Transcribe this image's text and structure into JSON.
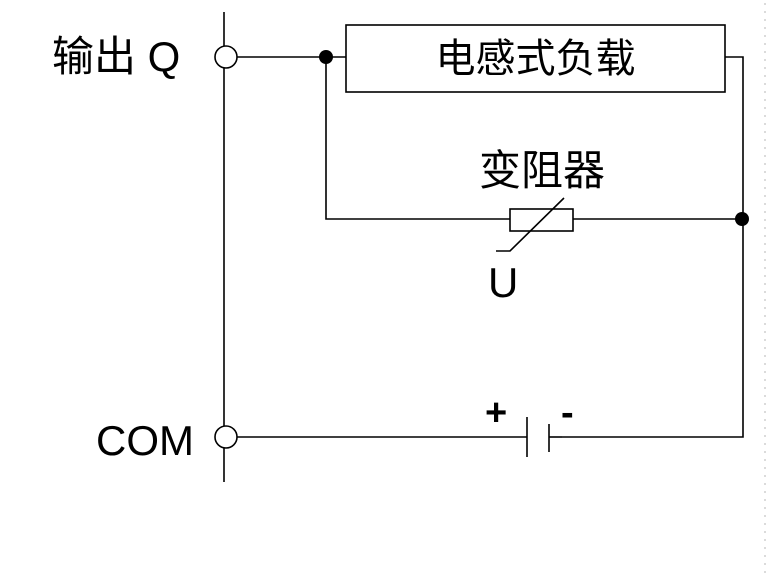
{
  "terminals": {
    "output_label": "输出 Q",
    "com_label": "COM"
  },
  "components": {
    "inductive_load_label": "电感式负载",
    "varistor_label": "变阻器",
    "varistor_voltage_label": "U"
  },
  "battery": {
    "positive_label": "+",
    "negative_label": "-"
  }
}
